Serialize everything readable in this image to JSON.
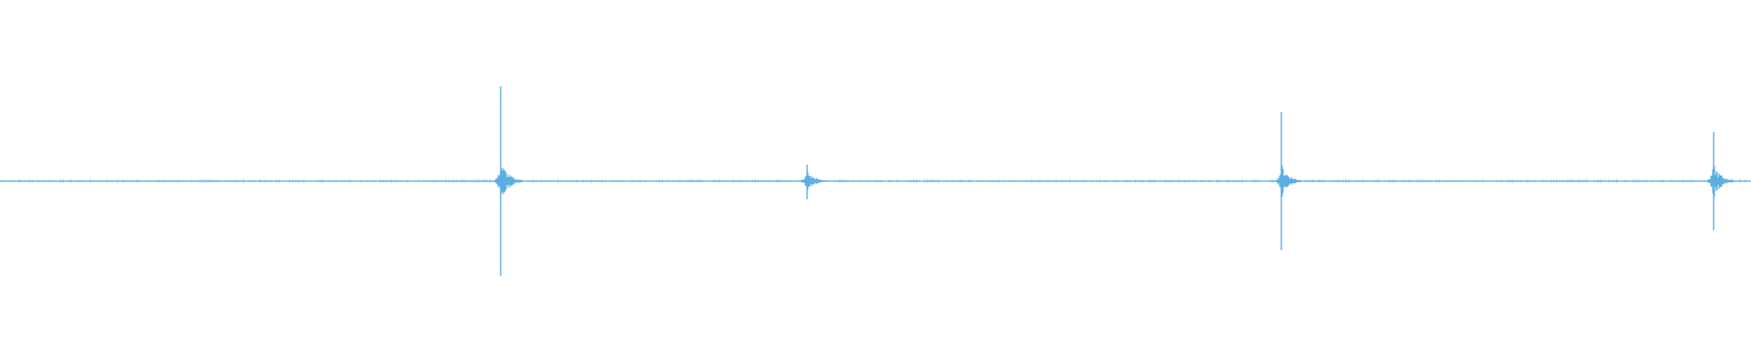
{
  "waveform": {
    "color": "#5aaee0",
    "background": "#ffffff",
    "transients": [
      {
        "name": "transient-1",
        "amplitude_up": 0.52,
        "amplitude_down": 0.52,
        "spread": 0.12
      },
      {
        "name": "transient-2",
        "amplitude_up": 0.09,
        "amplitude_down": 0.1,
        "spread": 0.06
      },
      {
        "name": "transient-3",
        "amplitude_up": 0.38,
        "amplitude_down": 0.38,
        "spread": 0.1
      },
      {
        "name": "transient-4",
        "amplitude_up": 0.27,
        "amplitude_down": 0.27,
        "spread": 0.1
      }
    ]
  }
}
